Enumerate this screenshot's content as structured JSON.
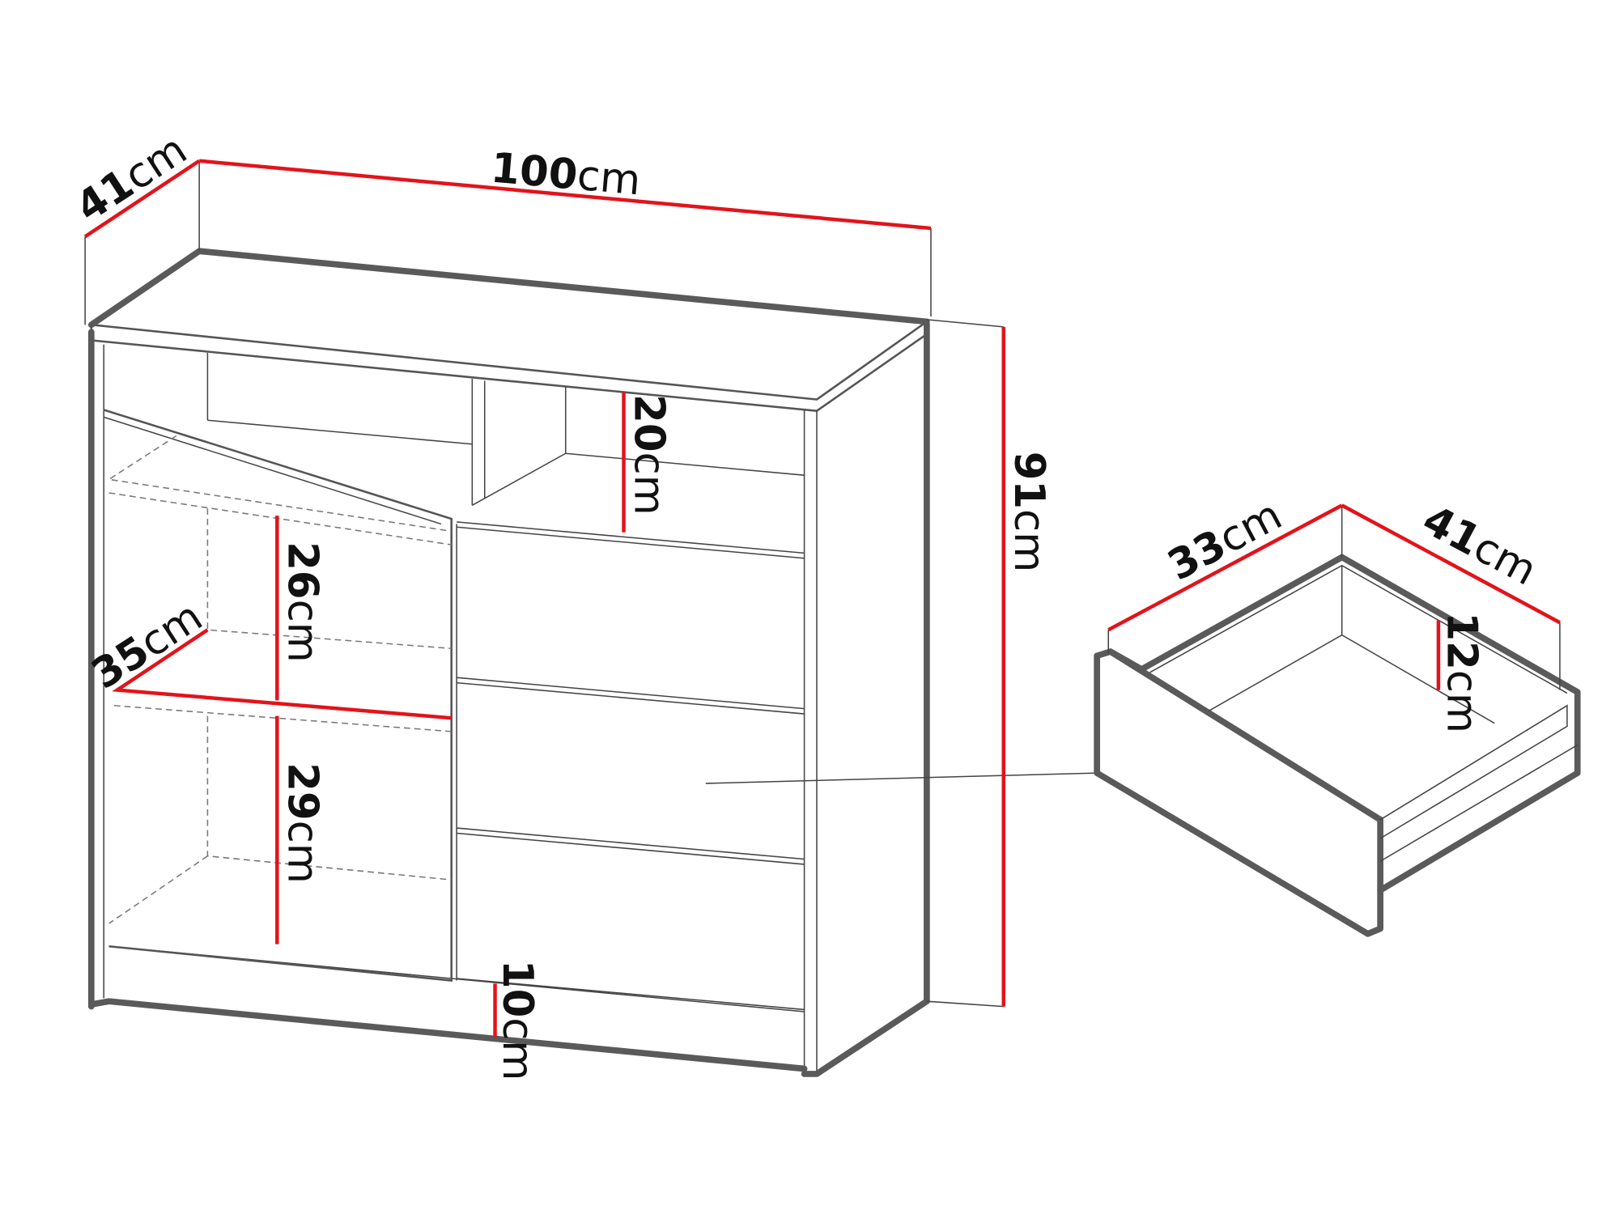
{
  "colors": {
    "dimension_line": "#e3131b",
    "outline": "#555555",
    "background": "#ffffff"
  },
  "dimensions": {
    "depth": {
      "value": "41",
      "unit": "cm"
    },
    "width": {
      "value": "100",
      "unit": "cm"
    },
    "height": {
      "value": "91",
      "unit": "cm"
    },
    "open_shelf_height": {
      "value": "20",
      "unit": "cm"
    },
    "upper_compartment_height": {
      "value": "26",
      "unit": "cm"
    },
    "lower_compartment_height": {
      "value": "29",
      "unit": "cm"
    },
    "shelf_depth": {
      "value": "35",
      "unit": "cm"
    },
    "plinth_height": {
      "value": "10",
      "unit": "cm"
    }
  },
  "drawer": {
    "width": {
      "value": "33",
      "unit": "cm"
    },
    "depth": {
      "value": "41",
      "unit": "cm"
    },
    "height": {
      "value": "12",
      "unit": "cm"
    }
  }
}
